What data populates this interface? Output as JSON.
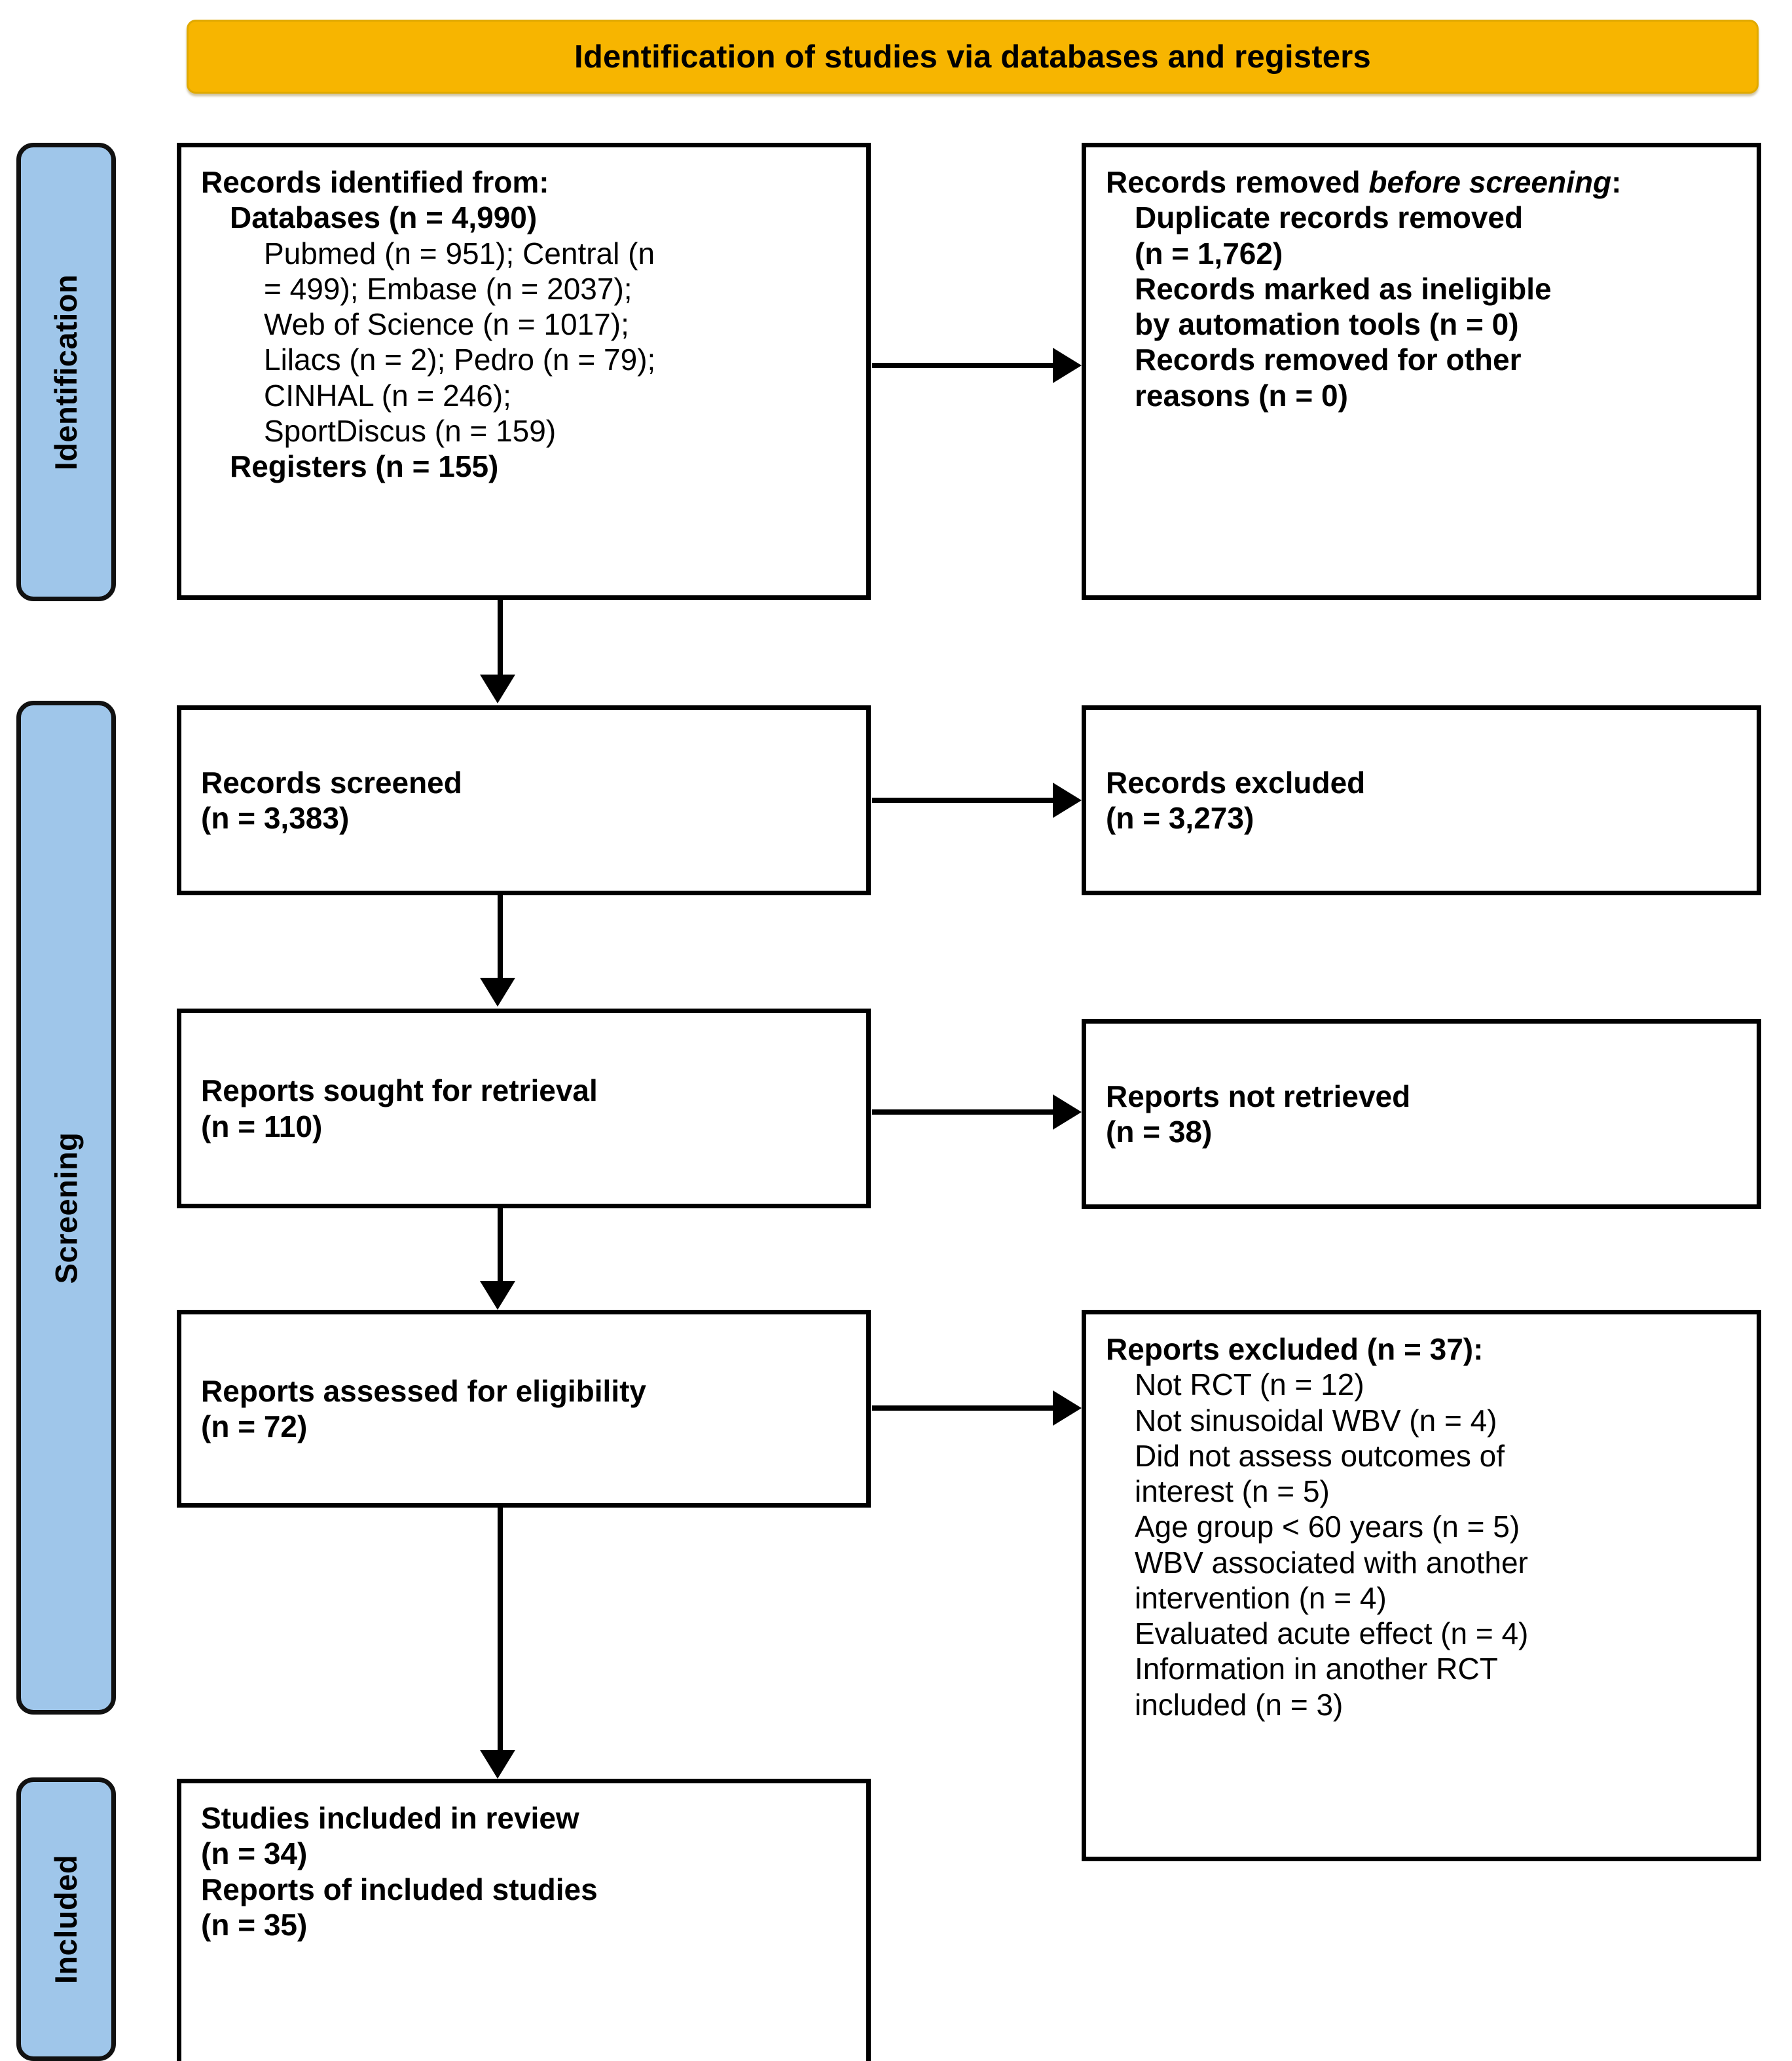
{
  "banner": {
    "title": "Identification of studies via databases and registers",
    "color": "#F7B500"
  },
  "rails": {
    "color": "#9FC6EA",
    "identification": "Identification",
    "screening": "Screening",
    "included": "Included"
  },
  "boxes": {
    "identified": {
      "heading": "Records identified from:",
      "databases_line": "Databases (n = 4,990)",
      "sources": [
        "Pubmed (n = 951); Central (n",
        "= 499); Embase (n = 2037);",
        "Web of Science (n = 1017);",
        "Lilacs (n = 2); Pedro (n = 79);",
        "CINHAL (n = 246);",
        "SportDiscus (n = 159)"
      ],
      "registers_line": "Registers (n = 155)"
    },
    "removed": {
      "heading_plain": "Records removed ",
      "heading_italic": "before screening",
      "heading_colon": ":",
      "items": [
        "Duplicate records removed",
        "(n = 1,762)",
        "Records marked as ineligible",
        "by automation tools (n = 0)",
        "Records removed for other",
        "reasons (n = 0)"
      ]
    },
    "screened": {
      "label": "Records screened",
      "count": "(n = 3,383)"
    },
    "excluded": {
      "label": "Records excluded",
      "count": "(n = 3,273)"
    },
    "sought": {
      "label": "Reports sought for retrieval",
      "count": "(n = 110)"
    },
    "not_retrieved": {
      "label": "Reports not retrieved",
      "count": "(n = 38)"
    },
    "assessed": {
      "label": "Reports assessed for eligibility",
      "count": "(n = 72)"
    },
    "reports_excluded": {
      "heading": "Reports excluded (n = 37):",
      "reasons": [
        "Not RCT (n = 12)",
        "Not sinusoidal WBV (n = 4)",
        "Did not assess outcomes of",
        "interest (n = 5)",
        "Age group < 60 years (n = 5)",
        "WBV associated with another",
        "intervention (n = 4)",
        "Evaluated acute effect (n = 4)",
        "Information in another RCT",
        "included (n = 3)"
      ]
    },
    "included": {
      "studies_label": "Studies included in review",
      "studies_count": "(n = 34)",
      "reports_label": "Reports of included studies",
      "reports_count": "(n = 35)"
    }
  }
}
